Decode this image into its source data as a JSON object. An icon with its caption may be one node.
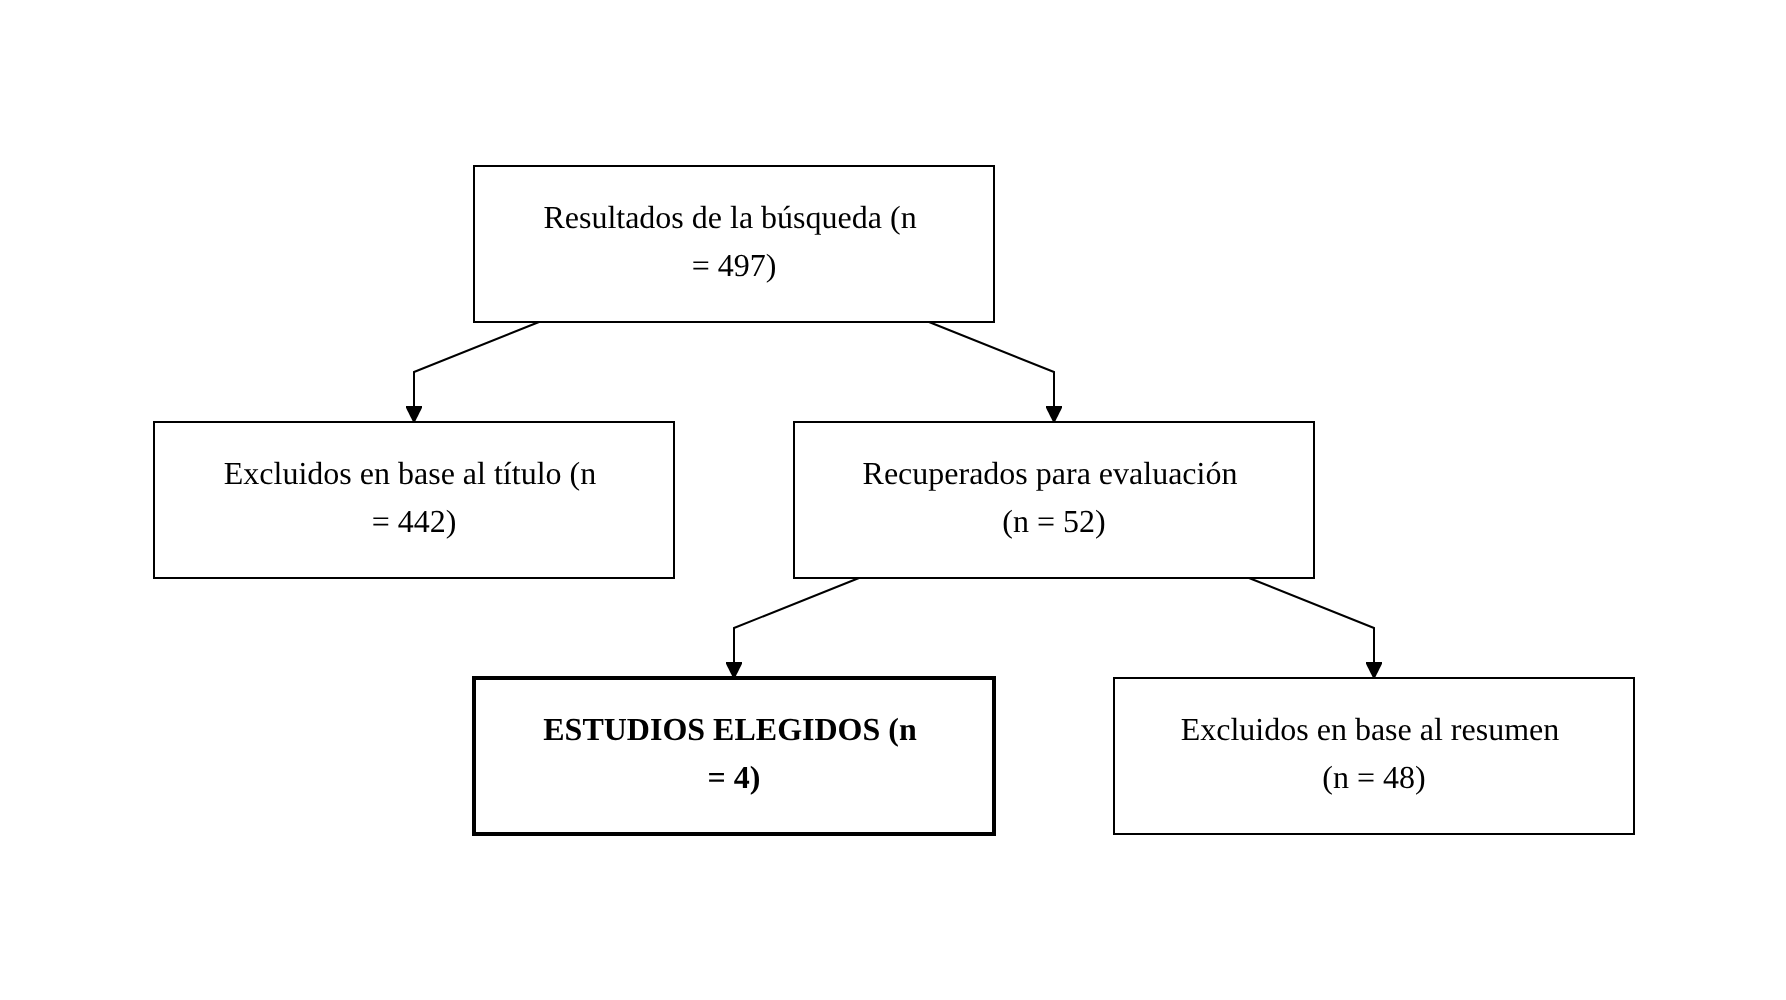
{
  "diagram": {
    "nodes": [
      {
        "text": [
          "Resultados de la búsqueda (n = 497)"
        ]
      },
      {
        "text": [
          "Excluidos en base al título (n = 442)"
        ]
      },
      {
        "text": [
          "Recuperados para evaluación (n = 52)"
        ]
      },
      {
        "text": [
          "Excluidos en base al resumen (n = 48)"
        ]
      },
      {
        "text": [
          "ESTUDIOS ELEGIDOS (n = 4)"
        ]
      }
    ],
    "edges": [
      {
        "from": 0,
        "to": 2,
        "arrow": "to"
      },
      {
        "from": 0,
        "to": 1,
        "arrow": "to"
      },
      {
        "from": 2,
        "to": 4,
        "arrow": "to"
      },
      {
        "from": 2,
        "to": 3,
        "arrow": "to"
      }
    ]
  }
}
